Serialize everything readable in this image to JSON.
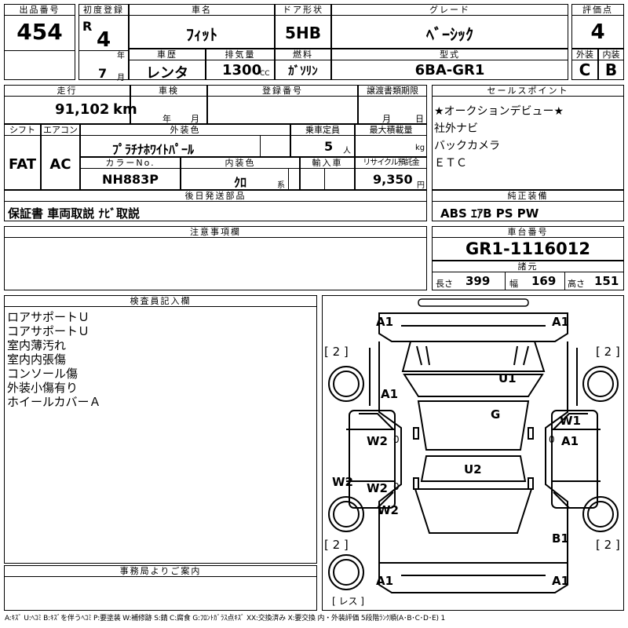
{
  "top": {
    "lot_no_label": "出品番号",
    "lot_no": "454",
    "first_reg_label": "初度登録",
    "era": "R",
    "year": "4",
    "year_unit": "年",
    "month": "7",
    "month_unit": "月",
    "car_name_label": "車名",
    "car_name": "ﾌｨｯﾄ",
    "door_label": "ドア形状",
    "door": "5HB",
    "grade_label": "グレード",
    "grade": "ﾍﾞｰｼｯｸ",
    "score_label": "評価点",
    "score": "4",
    "history_label": "車歴",
    "history": "レンタ",
    "displacement_label": "排気量",
    "displacement": "1300",
    "displacement_unit": "CC",
    "fuel_label": "燃料",
    "fuel": "ｶﾞｿﾘﾝ",
    "model_label": "型式",
    "model": "6BA-GR1",
    "exterior_label": "外装",
    "exterior": "C",
    "interior_label": "内装",
    "interior": "B"
  },
  "row2": {
    "mileage_label": "走行",
    "mileage": "91,102",
    "mileage_unit": "km",
    "inspection_label": "車検",
    "insp_year_unit": "年",
    "insp_month_unit": "月",
    "reg_no_label": "登録番号",
    "transfer_label": "譲渡書類期限",
    "transfer_month_unit": "月",
    "transfer_day_unit": "日",
    "shift_label": "シフト",
    "shift": "FAT",
    "ac_label": "エアコン",
    "ac": "AC",
    "color_label": "外装色",
    "color": "ﾌﾟﾗﾁﾅﾎﾜｲﾄﾊﾟｰﾙ",
    "capacity_label": "乗車定員",
    "capacity": "5",
    "capacity_unit": "人",
    "load_label": "最大積載量",
    "load_unit": "kg",
    "color_no_label": "カラーNo.",
    "color_no": "NH883P",
    "int_color_label": "内装色",
    "int_color": "ｸﾛ",
    "int_color_unit": "系",
    "import_label": "輸入車",
    "recycle_label": "リサイクル預託金",
    "recycle": "9,350",
    "recycle_unit": "円",
    "later_label": "後日発送部品",
    "later": "保証書 車両取説 ﾅﾋﾞ取説"
  },
  "sales": {
    "label": "セールスポイント",
    "lines": [
      "★オークションデビュー★",
      "社外ナビ",
      "バックカメラ",
      "ＥＴＣ"
    ]
  },
  "equipment": {
    "label": "純正装備",
    "value": "ABS ｴｱB PS PW"
  },
  "caution": {
    "label": "注意事項欄"
  },
  "chassis": {
    "label": "車台番号",
    "value": "GR1-1116012",
    "dims_label": "諸元",
    "length_label": "長さ",
    "length": "399",
    "width_label": "幅",
    "width": "169",
    "height_label": "高さ",
    "height": "151"
  },
  "inspector": {
    "label": "検査員記入欄",
    "lines": [
      "ロアサポートＵ",
      "コアサポートＵ",
      "室内薄汚れ",
      "室内内張傷",
      "コンソール傷",
      "外装小傷有り",
      "ホイールカバーＡ"
    ]
  },
  "office": {
    "label": "事務局よりご案内"
  },
  "diagram": {
    "marks": [
      "A1",
      "A1",
      "[ 2 ]",
      "[ 2 ]",
      "U1",
      "A1",
      "G",
      "W1",
      "A1",
      "W2",
      "0",
      "0",
      "W2",
      "U2",
      "W2",
      "0",
      "W2",
      "[ 2 ]",
      "B1",
      "[ 2 ]",
      "A1",
      "A1",
      "[ レス ]"
    ]
  },
  "legend": "A:ｷｽﾞ U:ﾍｺﾐ B:ｷｽﾞを伴うﾍｺﾐ P:要塗装 W:補修跡 S:錆 C:腐食 G:ﾌﾛﾝﾄｶﾞﾗｽ点ｷｽﾞ XX:交換済み X:要交換  内・外装評価 5段階ﾗﾝｸ順(A･B･C･D･E) 1"
}
